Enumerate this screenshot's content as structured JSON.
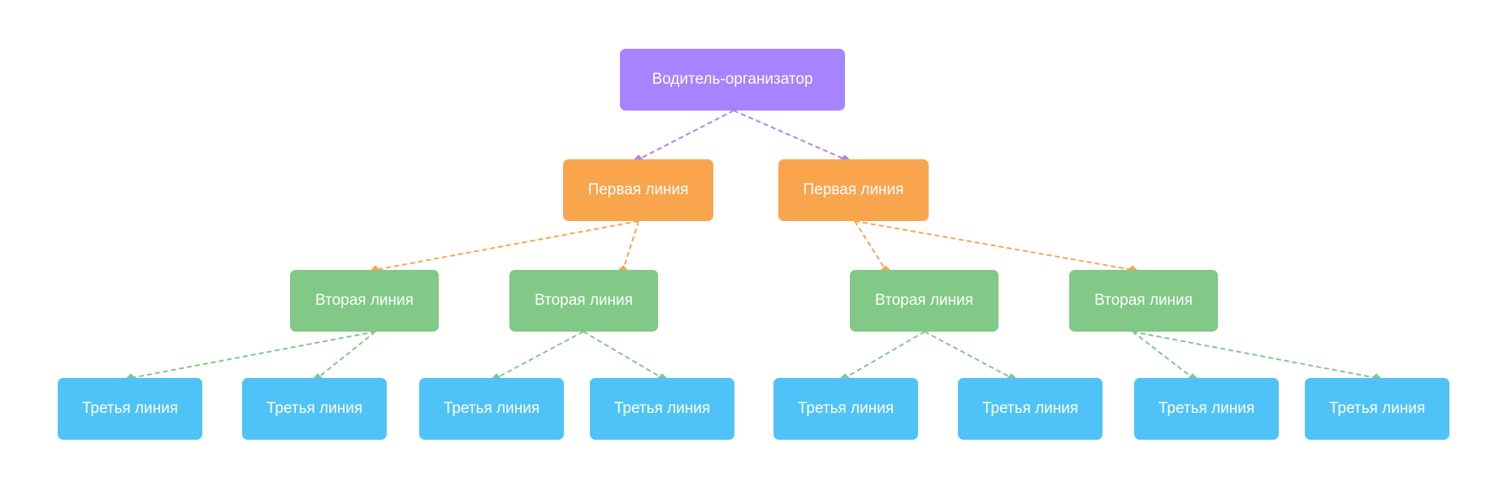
{
  "colors": {
    "root": "#a683ff",
    "first": "#f8a54e",
    "second": "#82c886",
    "third": "#4fc3f7"
  },
  "nodes": [
    {
      "id": "root",
      "label": "Водитель-организатор",
      "level": "root"
    },
    {
      "id": "f1",
      "label": "Первая линия",
      "level": "first",
      "parent": "root"
    },
    {
      "id": "f2",
      "label": "Первая линия",
      "level": "first",
      "parent": "root"
    },
    {
      "id": "s1",
      "label": "Вторая линия",
      "level": "second",
      "parent": "f1"
    },
    {
      "id": "s2",
      "label": "Вторая линия",
      "level": "second",
      "parent": "f1"
    },
    {
      "id": "s3",
      "label": "Вторая линия",
      "level": "second",
      "parent": "f2"
    },
    {
      "id": "s4",
      "label": "Вторая линия",
      "level": "second",
      "parent": "f2"
    },
    {
      "id": "t1",
      "label": "Третья линия",
      "level": "third",
      "parent": "s1"
    },
    {
      "id": "t2",
      "label": "Третья линия",
      "level": "third",
      "parent": "s1"
    },
    {
      "id": "t3",
      "label": "Третья линия",
      "level": "third",
      "parent": "s2"
    },
    {
      "id": "t4",
      "label": "Третья линия",
      "level": "third",
      "parent": "s2"
    },
    {
      "id": "t5",
      "label": "Третья линия",
      "level": "third",
      "parent": "s3"
    },
    {
      "id": "t6",
      "label": "Третья линия",
      "level": "third",
      "parent": "s3"
    },
    {
      "id": "t7",
      "label": "Третья линия",
      "level": "third",
      "parent": "s4"
    },
    {
      "id": "t8",
      "label": "Третья линия",
      "level": "third",
      "parent": "s4"
    }
  ]
}
